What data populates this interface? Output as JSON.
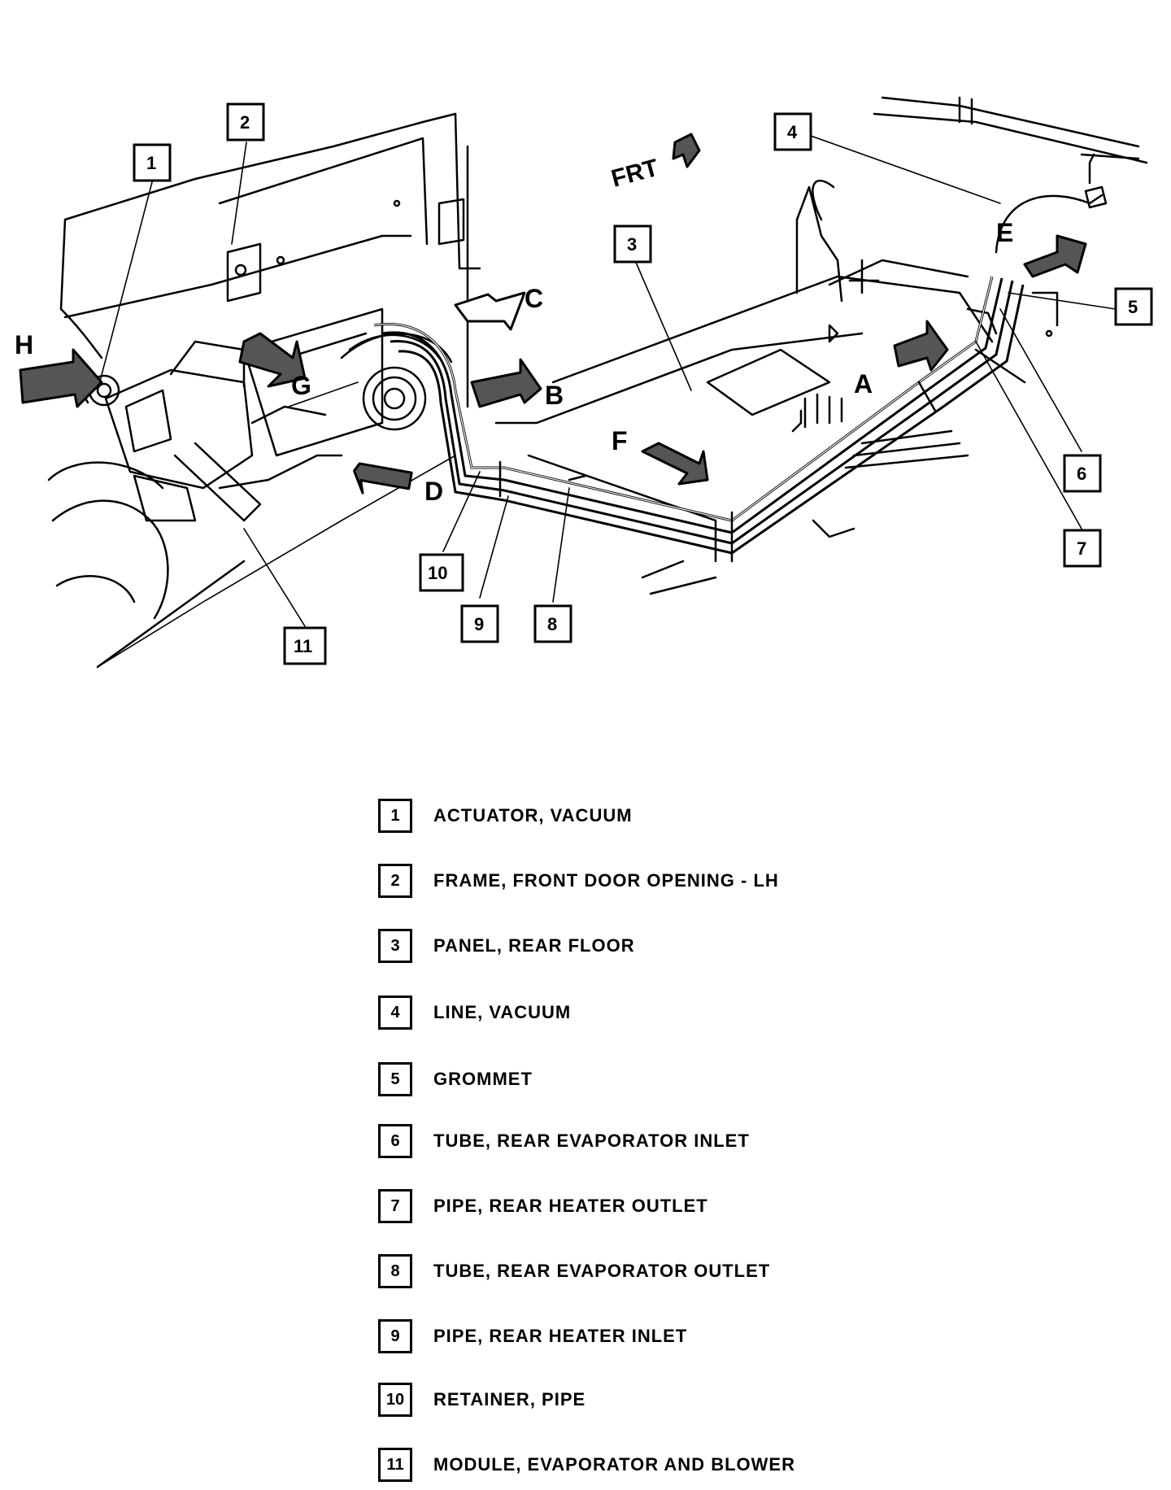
{
  "diagram": {
    "orientation_label": "FRT",
    "callouts": [
      "1",
      "2",
      "3",
      "4",
      "5",
      "6",
      "7",
      "8",
      "9",
      "10",
      "11"
    ],
    "view_letters": [
      "A",
      "B",
      "C",
      "D",
      "E",
      "F",
      "G",
      "H"
    ]
  },
  "legend": [
    {
      "num": "1",
      "text": "ACTUATOR, VACUUM"
    },
    {
      "num": "2",
      "text": "FRAME, FRONT DOOR OPENING - LH"
    },
    {
      "num": "3",
      "text": "PANEL, REAR FLOOR"
    },
    {
      "num": "4",
      "text": "LINE, VACUUM"
    },
    {
      "num": "5",
      "text": "GROMMET"
    },
    {
      "num": "6",
      "text": "TUBE, REAR EVAPORATOR INLET"
    },
    {
      "num": "7",
      "text": "PIPE, REAR HEATER OUTLET"
    },
    {
      "num": "8",
      "text": "TUBE, REAR EVAPORATOR OUTLET"
    },
    {
      "num": "9",
      "text": "PIPE, REAR HEATER INLET"
    },
    {
      "num": "10",
      "text": "RETAINER, PIPE"
    },
    {
      "num": "11",
      "text": "MODULE, EVAPORATOR AND BLOWER"
    }
  ]
}
